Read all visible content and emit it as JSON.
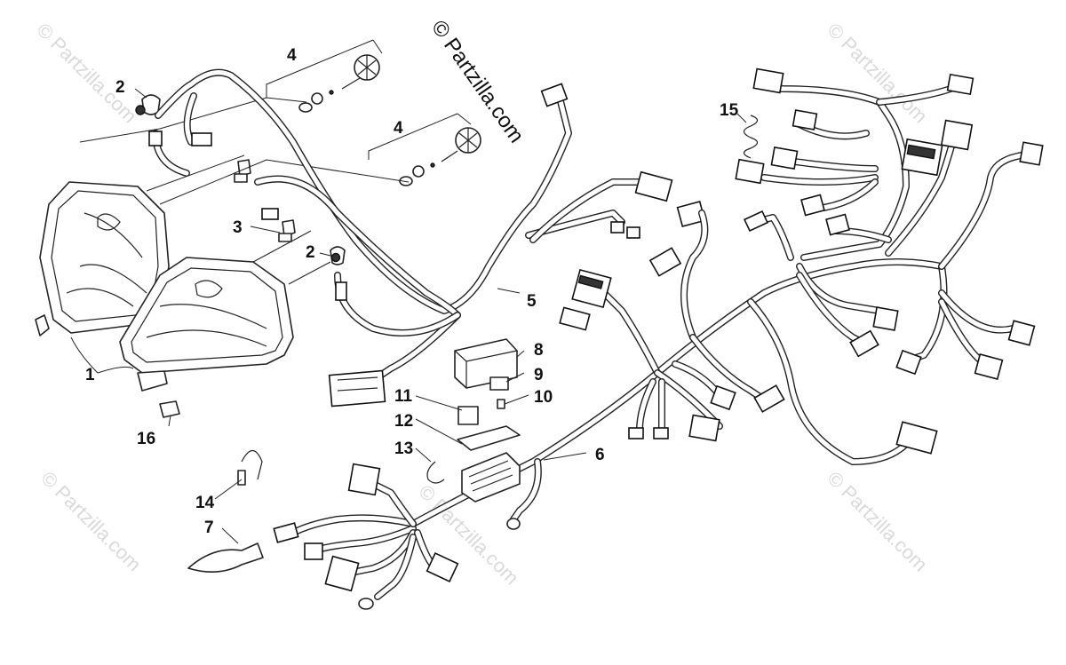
{
  "copyright": {
    "main": "© Partzilla.com",
    "watermark": "© Partzilla.com"
  },
  "callouts": [
    {
      "id": "1",
      "label": "1"
    },
    {
      "id": "2a",
      "label": "2"
    },
    {
      "id": "2b",
      "label": "2"
    },
    {
      "id": "3",
      "label": "3"
    },
    {
      "id": "4a",
      "label": "4"
    },
    {
      "id": "4b",
      "label": "4"
    },
    {
      "id": "5",
      "label": "5"
    },
    {
      "id": "6",
      "label": "6"
    },
    {
      "id": "7",
      "label": "7"
    },
    {
      "id": "8",
      "label": "8"
    },
    {
      "id": "9",
      "label": "9"
    },
    {
      "id": "10",
      "label": "10"
    },
    {
      "id": "11",
      "label": "11"
    },
    {
      "id": "12",
      "label": "12"
    },
    {
      "id": "13",
      "label": "13"
    },
    {
      "id": "14",
      "label": "14"
    },
    {
      "id": "15",
      "label": "15"
    },
    {
      "id": "16",
      "label": "16"
    }
  ],
  "colors": {
    "line": "#222222",
    "background": "#ffffff",
    "watermark": "#d9d9d9"
  }
}
